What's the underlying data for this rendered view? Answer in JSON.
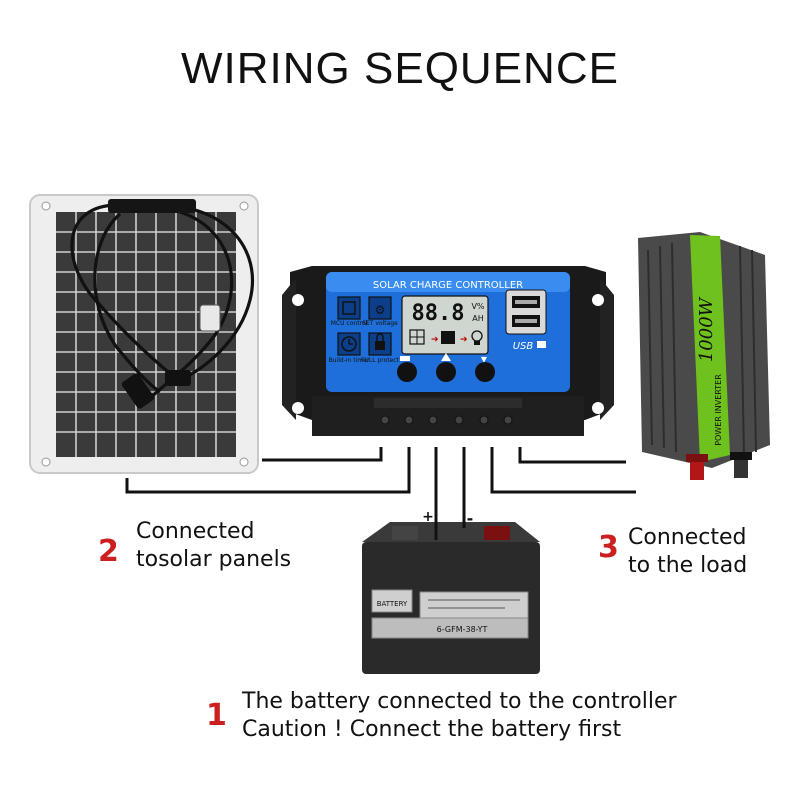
{
  "title": "WIRING SEQUENCE",
  "controller": {
    "header": "SOLAR CHARGE CONTROLLER",
    "lcd_value": "88.8",
    "lcd_unit_top": "V%",
    "lcd_unit_bottom": "AH",
    "icon_mcu": "MCU control",
    "icon_set": "SET voltage",
    "icon_timer": "Build-in timer",
    "icon_protect": "FULL protect",
    "usb_label": "USB"
  },
  "inverter": {
    "rating": "1000W",
    "brand": "POWER INVERTER"
  },
  "battery": {
    "brand": "BATTERY",
    "model": "6-GFM-38-YT",
    "plus": "+",
    "minus": "-"
  },
  "steps": [
    {
      "number": "1",
      "lines": [
        "The battery connected to the controller",
        "Caution ! Connect the battery first"
      ]
    },
    {
      "number": "2",
      "lines": [
        "Connected",
        "tosolar panels"
      ]
    },
    {
      "number": "3",
      "lines": [
        "Connected",
        "to the load"
      ]
    }
  ],
  "colors": {
    "controller_blue": "#1e6fd9",
    "inverter_green": "#6fc21e",
    "battery_body": "#2a2a2a",
    "step_number": "#cc1f1f"
  }
}
